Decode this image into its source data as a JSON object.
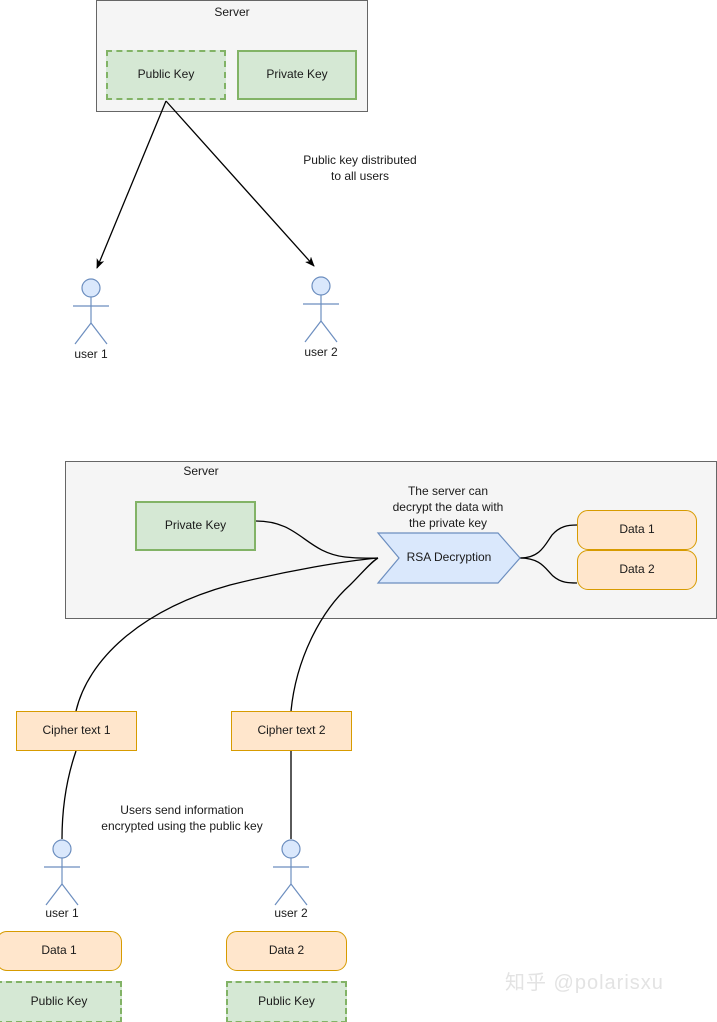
{
  "diagram": {
    "title_top": "Server",
    "title_bottom": "Server"
  },
  "top_section": {
    "server_label": "Server",
    "public_key_label": "Public Key",
    "private_key_label": "Private Key",
    "annotation": "Public key distributed\nto all users",
    "actors": [
      {
        "name": "user 1"
      },
      {
        "name": "user 2"
      }
    ]
  },
  "bottom_section": {
    "server_label": "Server",
    "private_key_label": "Private Key",
    "process_label": "RSA Decryption",
    "process_annotation": "The server can\ndecrypt the data with\nthe private key",
    "output_data": [
      {
        "label": "Data 1"
      },
      {
        "label": "Data 2"
      }
    ],
    "cipher_texts": [
      {
        "label": "Cipher text 1"
      },
      {
        "label": "Cipher text 2"
      }
    ],
    "users_annotation": "Users send information\nencrypted using the public key",
    "actors": [
      {
        "name": "user 1",
        "data_label": "Data 1",
        "public_key_label": "Public Key"
      },
      {
        "name": "user 2",
        "data_label": "Data 2",
        "public_key_label": "Public Key"
      }
    ]
  },
  "watermark": {
    "text": "知乎 @polarisxu"
  },
  "colors": {
    "key_fill": "#d5e8d4",
    "key_stroke": "#82b366",
    "data_fill": "#ffe6cc",
    "data_stroke": "#d79b00",
    "process_fill": "#dae8fc",
    "process_stroke": "#6c8ebf",
    "container_fill": "#f5f5f5",
    "container_stroke": "#666666",
    "actor_head_fill": "#dae8fc",
    "actor_stroke": "#6c8ebf",
    "edge_stroke": "#000000"
  }
}
